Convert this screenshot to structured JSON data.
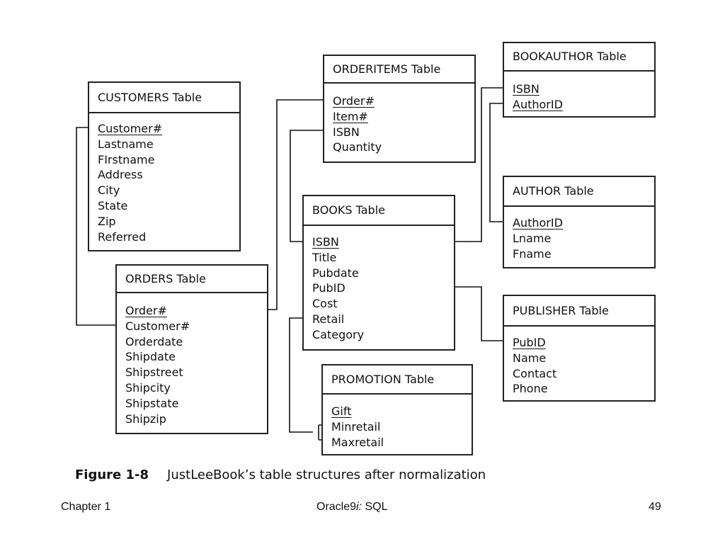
{
  "tables": [
    {
      "id": "customers",
      "title": "CUSTOMERS Table",
      "fields": [
        {
          "name": "Customer#",
          "key": true
        },
        {
          "name": "Lastname"
        },
        {
          "name": "FIrstname"
        },
        {
          "name": "Address"
        },
        {
          "name": "City"
        },
        {
          "name": "State"
        },
        {
          "name": "Zip"
        },
        {
          "name": "Referred"
        }
      ]
    },
    {
      "id": "orders",
      "title": "ORDERS Table",
      "fields": [
        {
          "name": "Order#",
          "key": true
        },
        {
          "name": "Customer#"
        },
        {
          "name": "Orderdate"
        },
        {
          "name": "Shipdate"
        },
        {
          "name": "Shipstreet"
        },
        {
          "name": "Shipcity"
        },
        {
          "name": "Shipstate"
        },
        {
          "name": "Shipzip"
        }
      ]
    },
    {
      "id": "orderitems",
      "title": "ORDERITEMS Table",
      "fields": [
        {
          "name": "Order#",
          "key": true
        },
        {
          "name": "Item#",
          "key": true
        },
        {
          "name": "ISBN"
        },
        {
          "name": "Quantity"
        }
      ]
    },
    {
      "id": "books",
      "title": "BOOKS Table",
      "fields": [
        {
          "name": "ISBN",
          "key": true
        },
        {
          "name": "Title"
        },
        {
          "name": "Pubdate"
        },
        {
          "name": "PubID"
        },
        {
          "name": "Cost"
        },
        {
          "name": "Retail"
        },
        {
          "name": "Category"
        }
      ]
    },
    {
      "id": "promotion",
      "title": "PROMOTION Table",
      "fields": [
        {
          "name": "Gift",
          "key": true
        },
        {
          "name": "Minretail"
        },
        {
          "name": "Maxretail"
        }
      ]
    },
    {
      "id": "bookauthor",
      "title": "BOOKAUTHOR Table",
      "fields": [
        {
          "name": "ISBN",
          "key": true
        },
        {
          "name": "AuthorID",
          "key": true
        }
      ]
    },
    {
      "id": "author",
      "title": "AUTHOR Table",
      "fields": [
        {
          "name": "AuthorID",
          "key": true
        },
        {
          "name": "Lname"
        },
        {
          "name": "Fname"
        }
      ]
    },
    {
      "id": "publisher",
      "title": "PUBLISHER Table",
      "fields": [
        {
          "name": "PubID",
          "key": true
        },
        {
          "name": "Name"
        },
        {
          "name": "Contact"
        },
        {
          "name": "Phone"
        }
      ]
    }
  ],
  "caption": {
    "number": "Figure 1-8",
    "text": "JustLeeBook’s table structures after normalization"
  },
  "footer": {
    "left": "Chapter 1",
    "center_prefix": "Oracle9",
    "center_italic": "i:",
    "center_suffix": " SQL",
    "right": "49"
  }
}
